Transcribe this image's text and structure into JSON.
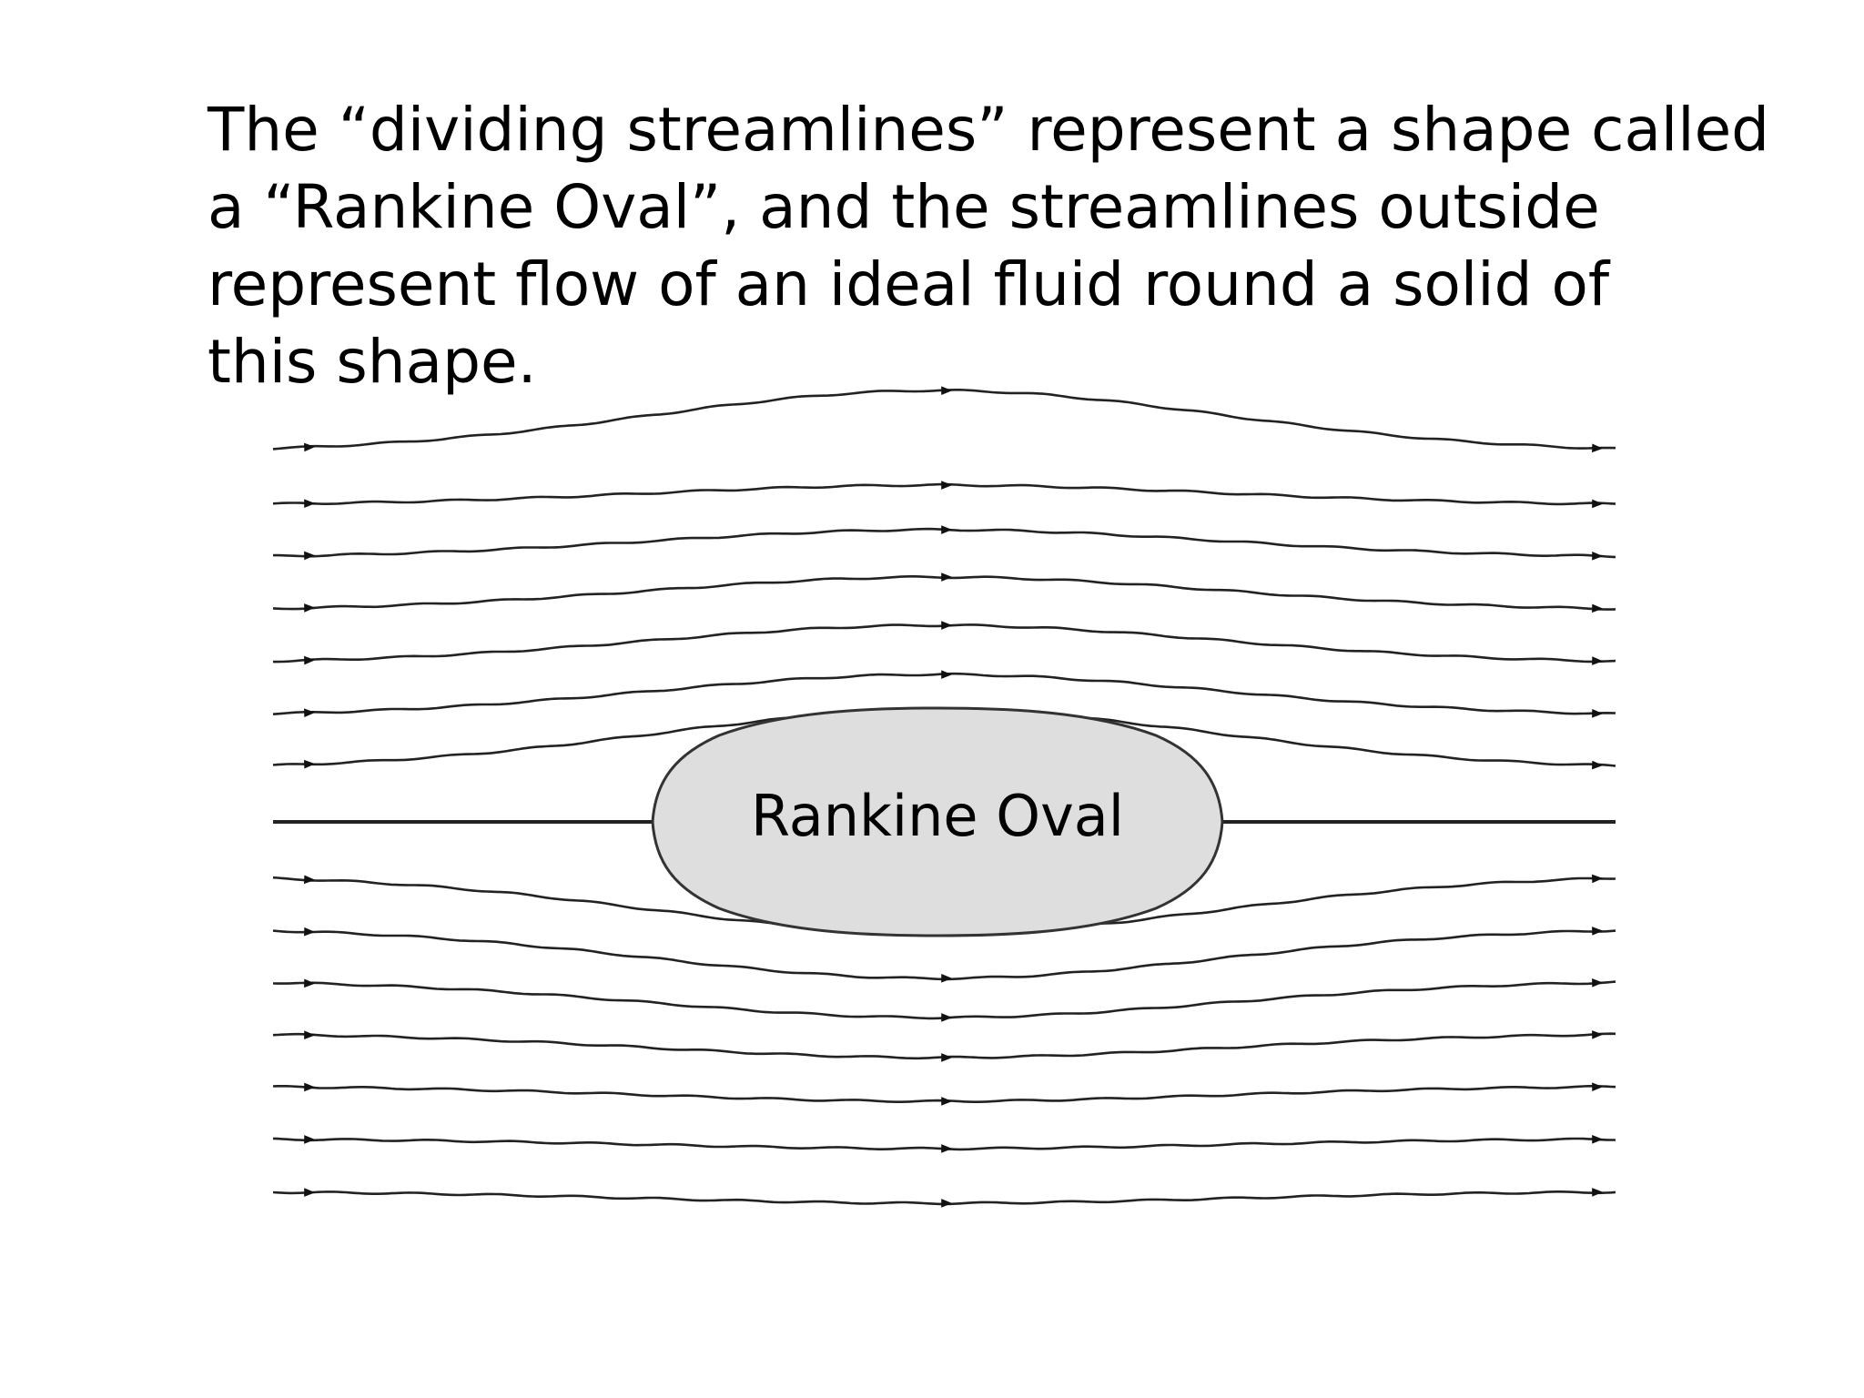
{
  "caption": {
    "lines": [
      "The “dividing streamlines” represent a shape called",
      "a “Rankine Oval”, and the streamlines outside",
      "represent flow of an ideal fluid round a solid of",
      "this shape."
    ]
  },
  "diagram": {
    "oval_label": "Rankine Oval",
    "colors": {
      "line": "#222222",
      "oval_fill": "#dedede",
      "oval_stroke": "#333333"
    }
  }
}
